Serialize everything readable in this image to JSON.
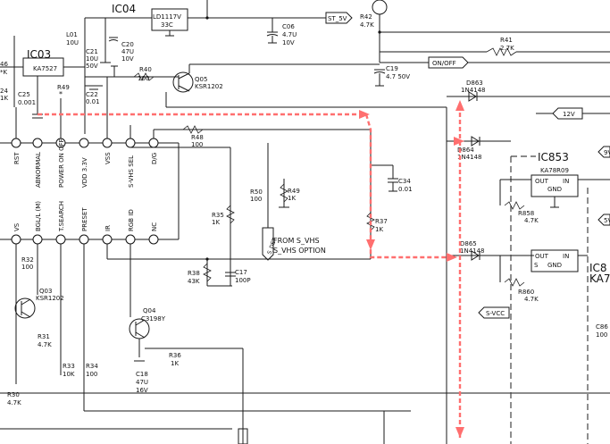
{
  "ic": {
    "ic04": {
      "ref": "IC04",
      "part": "LD1117V",
      "val": "33C"
    },
    "ic03": {
      "ref": "IC03",
      "part": "KA7527"
    },
    "ic853": {
      "ref": "IC853",
      "part": "KA78R09",
      "out": "OUT",
      "in": "IN",
      "gnd": "GND"
    },
    "ic8x": {
      "ref": "IC8",
      "part": "KA7",
      "out": "OUT",
      "in": "IN",
      "s": "S",
      "gnd": "GND"
    }
  },
  "nets": {
    "st5v": "ST_5V",
    "onoff": "ON/OFF",
    "v12": "12V",
    "svcc": "S-VCC",
    "vedge1": "9V",
    "vedge2": "5V",
    "sdet": "S_DET"
  },
  "note": {
    "line1": "FROM S_VHS",
    "line2": "S_VHS OPTION"
  },
  "transistors": {
    "q05": {
      "ref": "Q05",
      "part": "KSR1202"
    },
    "q03": {
      "ref": "Q03",
      "part": "KSR1202"
    },
    "q04": {
      "ref": "Q04",
      "part": "C3198Y"
    }
  },
  "diodes": {
    "d863": {
      "ref": "D863",
      "part": "1N4148"
    },
    "d864": {
      "ref": "D864",
      "part": "1N4148"
    },
    "d865": {
      "ref": "D865",
      "part": "1N4148"
    }
  },
  "resistors": {
    "r42": {
      "ref": "R42",
      "val": "4.7K"
    },
    "r41": {
      "ref": "R41",
      "val": "2.7K"
    },
    "r40": {
      "ref": "R40",
      "val": "100"
    },
    "r49a": {
      "ref": "R49",
      "val": "*"
    },
    "r46": {
      "ref": "46",
      "val": "*K"
    },
    "r48": {
      "ref": "R48",
      "val": "100"
    },
    "r50": {
      "ref": "R50",
      "val": "100"
    },
    "r49b": {
      "ref": "R49",
      "val": "1K"
    },
    "r35": {
      "ref": "R35",
      "val": "1K"
    },
    "r37": {
      "ref": "R37",
      "val": "1K"
    },
    "r38": {
      "ref": "R38",
      "val": "43K"
    },
    "r32": {
      "ref": "R32",
      "val": "100"
    },
    "r31": {
      "ref": "R31",
      "val": "4.7K"
    },
    "r33": {
      "ref": "R33",
      "val": "10K"
    },
    "r34": {
      "ref": "R34",
      "val": "100"
    },
    "r36": {
      "ref": "R36",
      "val": "1K"
    },
    "r30": {
      "ref": "R30",
      "val": "4.7K"
    },
    "r858": {
      "ref": "R858",
      "val": "4.7K"
    },
    "r860": {
      "ref": "R860",
      "val": "4.7K"
    },
    "r24": {
      "ref": "24",
      "val": "1K"
    }
  },
  "capacitors": {
    "c06": {
      "ref": "C06",
      "val1": "4.7U",
      "val2": "10V"
    },
    "c19": {
      "ref": "C19",
      "val1": "4.7 50V"
    },
    "c20": {
      "ref": "C20",
      "val1": "47U",
      "val2": "10V"
    },
    "c21": {
      "ref": "C21",
      "val1": "10U",
      "val2": "50V"
    },
    "c22": {
      "ref": "C22",
      "val1": "0.01"
    },
    "c25": {
      "ref": "C25",
      "val1": "0.001"
    },
    "c34": {
      "ref": "C34",
      "val1": "0.01"
    },
    "c17": {
      "ref": "C17",
      "val1": "100P"
    },
    "c18": {
      "ref": "C18",
      "val1": "47U",
      "val2": "16V"
    },
    "l01": {
      "ref": "L01",
      "val1": "10U"
    },
    "c86": {
      "ref": "C86",
      "val1": "100"
    }
  },
  "pins_top": [
    "RST",
    "ABNORMAL",
    "POWER ON OFF",
    "VDD 3.3V",
    "VSS",
    "S-VHS SEL",
    "D/G"
  ],
  "pins_bottom": [
    "VS",
    "BGL/L (M)",
    "T.SEARCH",
    "PRESET",
    "IR",
    "RGB ID",
    "NC"
  ]
}
